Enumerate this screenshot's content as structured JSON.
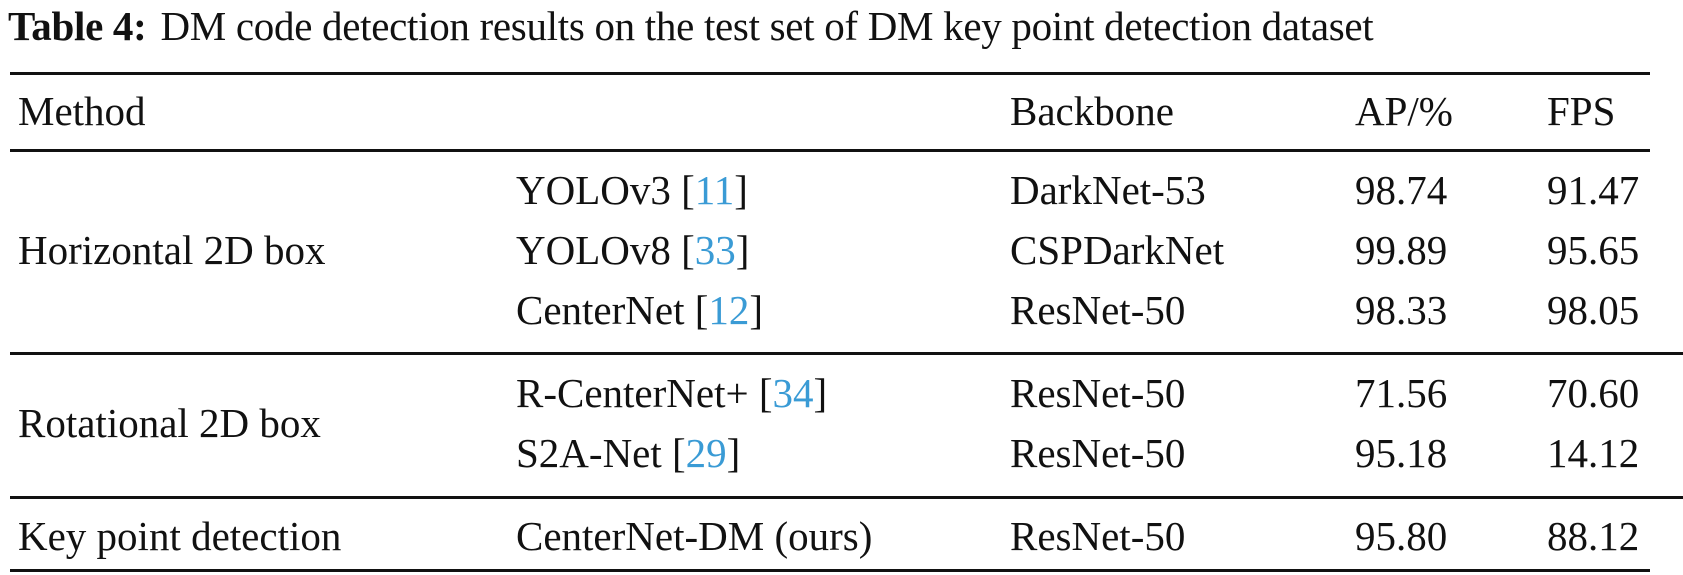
{
  "caption": {
    "label": "Table 4:",
    "text": "DM code detection results on the test set of DM key point detection dataset"
  },
  "table": {
    "headers": {
      "method": "Method",
      "backbone": "Backbone",
      "ap": "AP/%",
      "fps": "FPS"
    },
    "groups": [
      {
        "category": "Horizontal 2D box",
        "rows": [
          {
            "method": "YOLOv3",
            "cite": "11",
            "backbone": "DarkNet-53",
            "ap": "98.74",
            "fps": "91.47"
          },
          {
            "method": "YOLOv8",
            "cite": "33",
            "backbone": "CSPDarkNet",
            "ap": "99.89",
            "fps": "95.65"
          },
          {
            "method": "CenterNet",
            "cite": "12",
            "backbone": "ResNet-50",
            "ap": "98.33",
            "fps": "98.05"
          }
        ]
      },
      {
        "category": "Rotational 2D box",
        "rows": [
          {
            "method": "R-CenterNet+",
            "cite": "34",
            "backbone": "ResNet-50",
            "ap": "71.56",
            "fps": "70.60"
          },
          {
            "method": "S2A-Net",
            "cite": "29",
            "backbone": "ResNet-50",
            "ap": "95.18",
            "fps": "14.12"
          }
        ]
      },
      {
        "category": "Key point detection",
        "rows": [
          {
            "method": "CenterNet-DM (ours)",
            "cite": null,
            "backbone": "ResNet-50",
            "ap": "95.80",
            "fps": "88.12"
          }
        ]
      }
    ]
  },
  "colors": {
    "citation": "#3a9bd5",
    "text": "#111111"
  }
}
